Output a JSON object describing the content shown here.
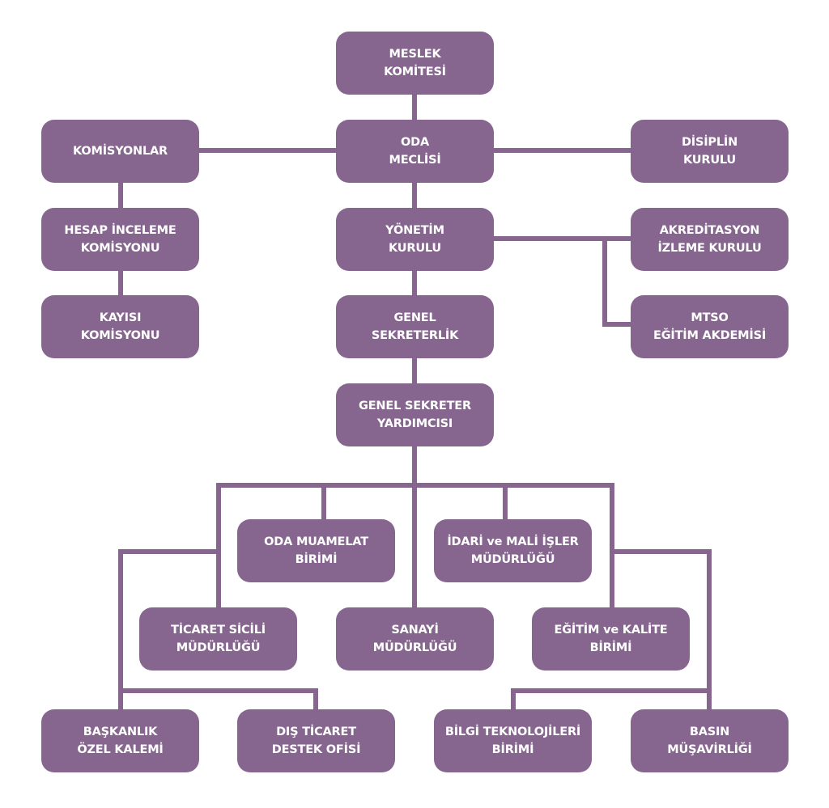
{
  "diagram": {
    "type": "org-chart",
    "colors": {
      "box": "#86668f",
      "text": "#ffffff",
      "line": "#86668f",
      "background": "#ffffff"
    },
    "nodes": {
      "meslek_komitesi": {
        "lines": [
          "MESLEK",
          "KOMİTESİ"
        ]
      },
      "oda_meclisi": {
        "lines": [
          "ODA",
          "MECLİSİ"
        ]
      },
      "komisyonlar": {
        "lines": [
          "KOMİSYONLAR"
        ]
      },
      "disiplin_kurulu": {
        "lines": [
          "DİSİPLİN",
          "KURULU"
        ]
      },
      "hesap_inceleme": {
        "lines": [
          "HESAP İNCELEME",
          "KOMİSYONU"
        ]
      },
      "yonetim_kurulu": {
        "lines": [
          "YÖNETİM",
          "KURULU"
        ]
      },
      "akreditasyon": {
        "lines": [
          "AKREDİTASYON",
          "İZLEME KURULU"
        ]
      },
      "kayisi_komisyonu": {
        "lines": [
          "KAYISI",
          "KOMİSYONU"
        ]
      },
      "genel_sekreterlik": {
        "lines": [
          "GENEL",
          "SEKRETERLİK"
        ]
      },
      "mtso_akademi": {
        "lines": [
          "MTSO",
          "EĞİTİM AKDEMİSİ"
        ]
      },
      "genel_sekreter_yrd": {
        "lines": [
          "GENEL SEKRETER",
          "YARDIMCISI"
        ]
      },
      "oda_muamelat": {
        "lines": [
          "ODA MUAMELAT",
          "BİRİMİ"
        ]
      },
      "idari_mali": {
        "lines": [
          "İDARİ ve MALİ İŞLER",
          "MÜDÜRLÜĞÜ"
        ]
      },
      "ticaret_sicili": {
        "lines": [
          "TİCARET SİCİLİ",
          "MÜDÜRLÜĞÜ"
        ]
      },
      "sanayi": {
        "lines": [
          "SANAYİ",
          "MÜDÜRLÜĞÜ"
        ]
      },
      "egitim_kalite": {
        "lines": [
          "EĞİTİM ve KALİTE",
          "BİRİMİ"
        ]
      },
      "baskanlik_ozel": {
        "lines": [
          "BAŞKANLIK",
          "ÖZEL KALEMİ"
        ]
      },
      "dis_ticaret": {
        "lines": [
          "DIŞ TİCARET",
          "DESTEK OFİSİ"
        ]
      },
      "bilgi_teknolojileri": {
        "lines": [
          "BİLGİ TEKNOLOJİLERİ",
          "BİRİMİ"
        ]
      },
      "basin_musavirligi": {
        "lines": [
          "BASIN",
          "MÜŞAVİRLİĞİ"
        ]
      }
    },
    "edges": [
      [
        "meslek_komitesi",
        "oda_meclisi"
      ],
      [
        "oda_meclisi",
        "komisyonlar"
      ],
      [
        "oda_meclisi",
        "disiplin_kurulu"
      ],
      [
        "komisyonlar",
        "hesap_inceleme"
      ],
      [
        "hesap_inceleme",
        "kayisi_komisyonu"
      ],
      [
        "oda_meclisi",
        "yonetim_kurulu"
      ],
      [
        "yonetim_kurulu",
        "akreditasyon"
      ],
      [
        "yonetim_kurulu",
        "mtso_akademi"
      ],
      [
        "yonetim_kurulu",
        "genel_sekreterlik"
      ],
      [
        "genel_sekreterlik",
        "genel_sekreter_yrd"
      ],
      [
        "genel_sekreter_yrd",
        "oda_muamelat"
      ],
      [
        "genel_sekreter_yrd",
        "idari_mali"
      ],
      [
        "genel_sekreter_yrd",
        "ticaret_sicili"
      ],
      [
        "genel_sekreter_yrd",
        "sanayi"
      ],
      [
        "genel_sekreter_yrd",
        "egitim_kalite"
      ],
      [
        "genel_sekreter_yrd",
        "baskanlik_ozel"
      ],
      [
        "genel_sekreter_yrd",
        "dis_ticaret"
      ],
      [
        "genel_sekreter_yrd",
        "bilgi_teknolojileri"
      ],
      [
        "genel_sekreter_yrd",
        "basin_musavirligi"
      ]
    ]
  }
}
